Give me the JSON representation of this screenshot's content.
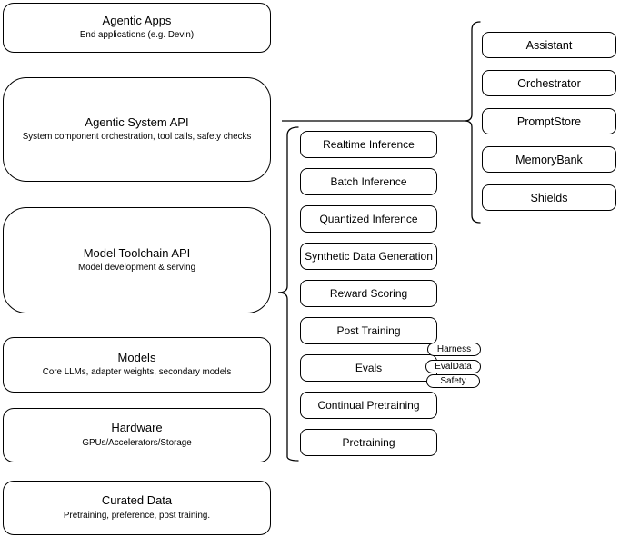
{
  "diagram": {
    "colors": {
      "background": "#ffffff",
      "stroke": "#000000"
    },
    "stack": [
      {
        "title": "Agentic Apps",
        "subtitle": "End applications (e.g. Devin)"
      },
      {
        "title": "Agentic System API",
        "subtitle": "System component orchestration, tool calls, safety checks"
      },
      {
        "title": "Model Toolchain API",
        "subtitle": "Model development & serving"
      },
      {
        "title": "Models",
        "subtitle": "Core LLMs, adapter weights, secondary models"
      },
      {
        "title": "Hardware",
        "subtitle": "GPUs/Accelerators/Storage"
      },
      {
        "title": "Curated Data",
        "subtitle": "Pretraining, preference, post training."
      }
    ],
    "toolchain_api_items": [
      "Realtime Inference",
      "Batch Inference",
      "Quantized Inference",
      "Synthetic Data Generation",
      "Reward Scoring",
      "Post Training",
      "Evals",
      "Continual Pretraining",
      "Pretraining"
    ],
    "evals_tags": [
      "Harness",
      "EvalData",
      "Safety"
    ],
    "system_api_components": [
      "Assistant",
      "Orchestrator",
      "PromptStore",
      "MemoryBank",
      "Shields"
    ]
  }
}
